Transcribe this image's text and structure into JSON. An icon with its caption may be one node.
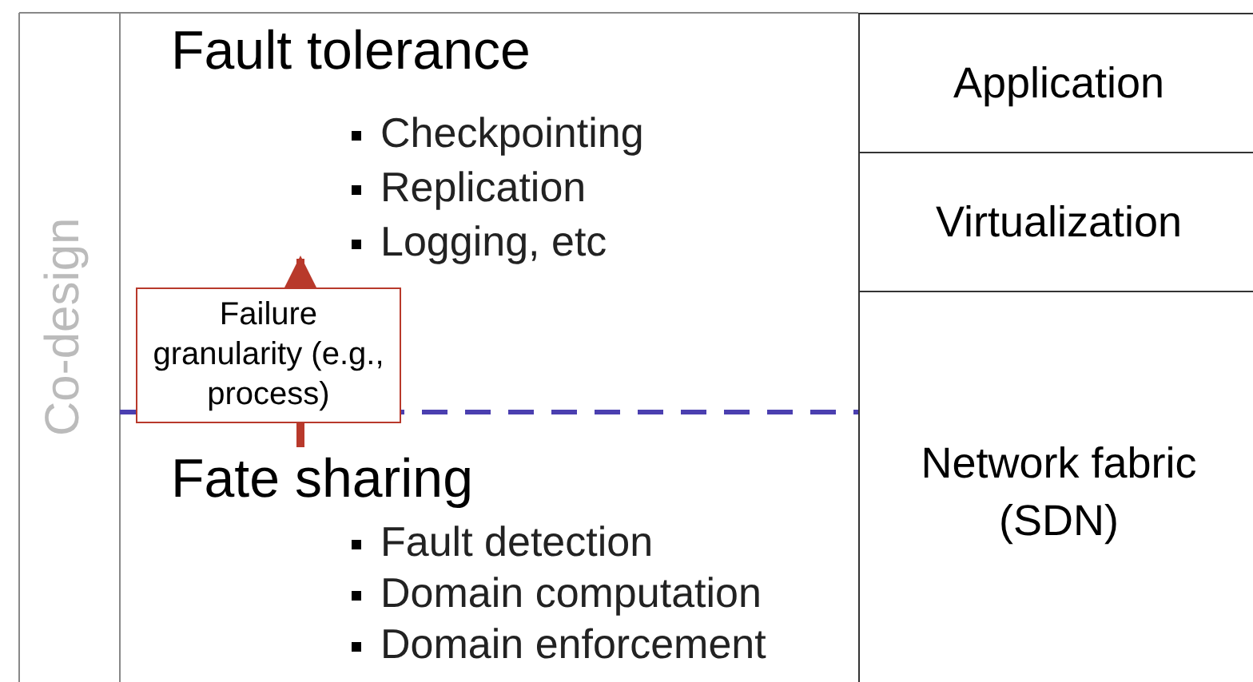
{
  "diagram": {
    "nodes": [
      {
        "text": [
          "Fault tolerance",
          "Checkpointing",
          "Replication",
          "Logging, etc"
        ]
      },
      {
        "text": [
          "Fate sharing",
          "Fault detection",
          "Domain computation",
          "Domain enforcement"
        ]
      },
      {
        "text": [
          "Application"
        ]
      },
      {
        "text": [
          "Virtualization"
        ]
      },
      {
        "text": [
          "Network fabric (SDN)"
        ]
      }
    ],
    "edges": [
      {
        "from": 1,
        "to": 0,
        "arrow": "to",
        "label": "Failure granularity (e.g., process)",
        "color": "#b8392b"
      }
    ],
    "labels": [
      "Co-design"
    ]
  }
}
